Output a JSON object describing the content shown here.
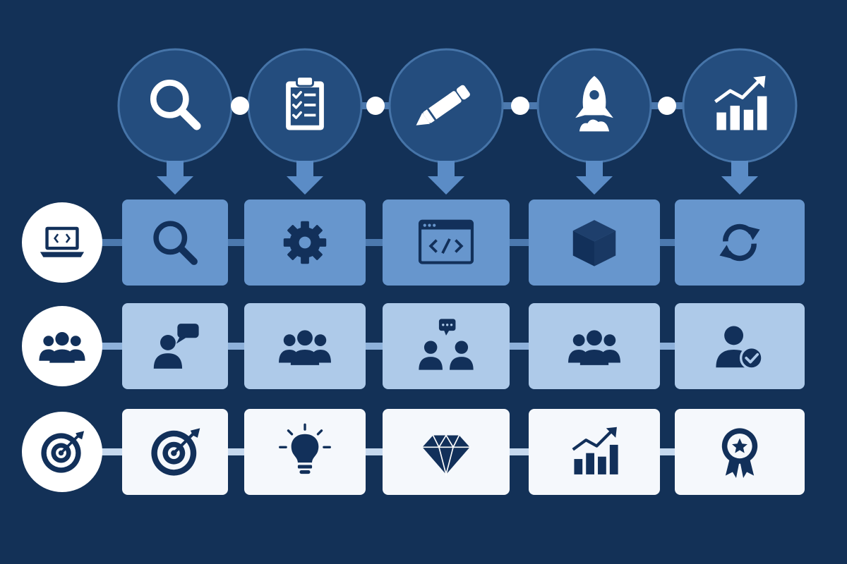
{
  "colors": {
    "background": "#133157",
    "phase_circle": "#244d7e",
    "phase_circle_border": "#4674a8",
    "icon_light": "#ffffff",
    "icon_dark": "#12305a",
    "connector": "#4c79ae",
    "arrow": "#5b8cc6",
    "row_tech_tile": "#6796cd",
    "row_people_tile": "#aecae9",
    "row_outcome_tile": "#f5f8fc",
    "row_people_connector": "#8eb1da",
    "row_outcome_connector": "#c5d8ee"
  },
  "phases": [
    {
      "icon": "magnifier-icon"
    },
    {
      "icon": "clipboard-checklist-icon"
    },
    {
      "icon": "pencil-icon"
    },
    {
      "icon": "rocket-icon"
    },
    {
      "icon": "growth-chart-icon"
    }
  ],
  "rows": [
    {
      "id": "technology",
      "side_icon": "laptop-code-icon",
      "tiles": [
        {
          "icon": "magnifier-icon"
        },
        {
          "icon": "gear-icon"
        },
        {
          "icon": "code-window-icon"
        },
        {
          "icon": "cube-icon"
        },
        {
          "icon": "refresh-icon"
        }
      ]
    },
    {
      "id": "people",
      "side_icon": "team-icon",
      "tiles": [
        {
          "icon": "person-speech-icon"
        },
        {
          "icon": "team-icon"
        },
        {
          "icon": "discussion-icon"
        },
        {
          "icon": "team-icon"
        },
        {
          "icon": "user-check-icon"
        }
      ]
    },
    {
      "id": "outcomes",
      "side_icon": "target-icon",
      "tiles": [
        {
          "icon": "target-icon"
        },
        {
          "icon": "lightbulb-icon"
        },
        {
          "icon": "diamond-icon"
        },
        {
          "icon": "growth-chart-icon"
        },
        {
          "icon": "award-badge-icon"
        }
      ]
    }
  ]
}
